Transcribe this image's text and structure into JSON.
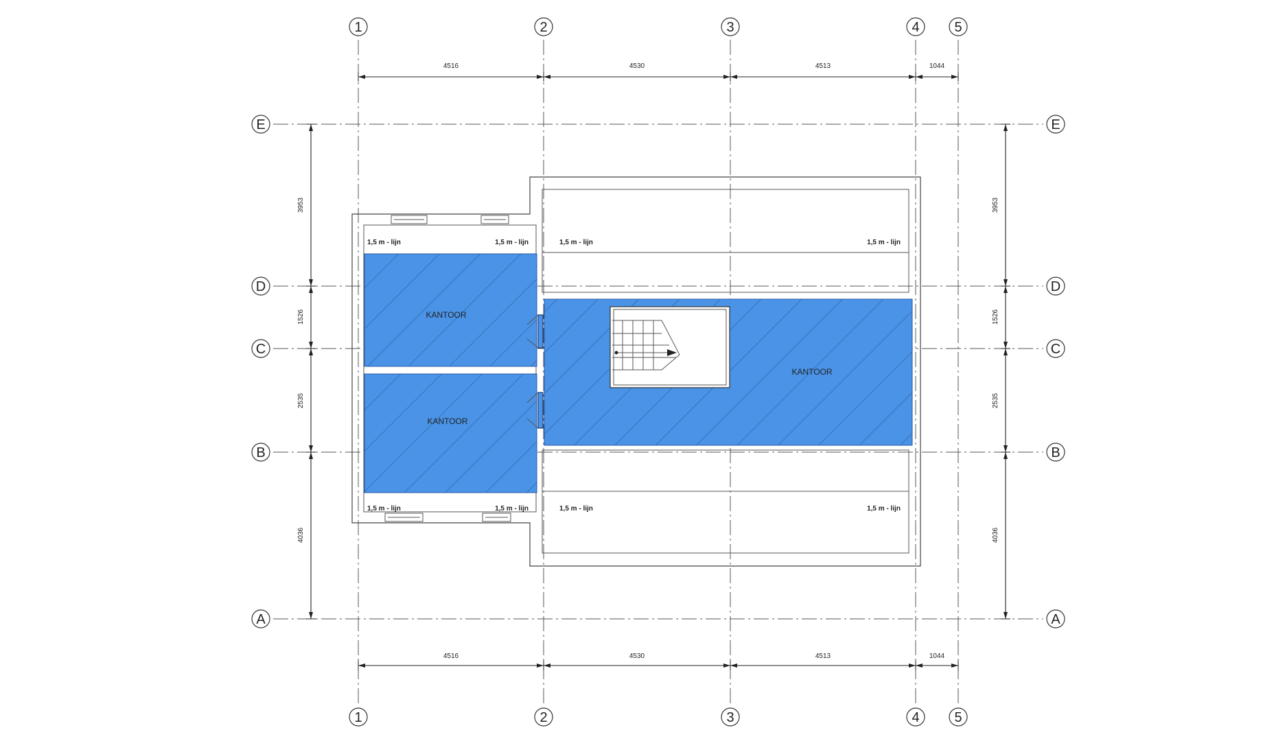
{
  "colors": {
    "room_fill": "#4a93e6",
    "hatch": "#2d5a9a",
    "grid": "#555555",
    "background": "#ffffff"
  },
  "grid": {
    "columns": [
      "1",
      "2",
      "3",
      "4",
      "5"
    ],
    "rows": [
      "E",
      "D",
      "C",
      "B",
      "A"
    ]
  },
  "dimensions": {
    "horizontal_top": [
      "4516",
      "4530",
      "4513",
      "1044"
    ],
    "horizontal_bottom": [
      "4516",
      "4530",
      "4513",
      "1044"
    ],
    "vertical_left": [
      "3953",
      "1526",
      "2535",
      "4036"
    ],
    "vertical_right": [
      "3953",
      "1526",
      "2535",
      "4036"
    ]
  },
  "rooms": {
    "left_top": "KANTOOR",
    "left_bottom": "KANTOOR",
    "right": "KANTOOR"
  },
  "labels": {
    "line_label": "1,5 m - lijn"
  }
}
